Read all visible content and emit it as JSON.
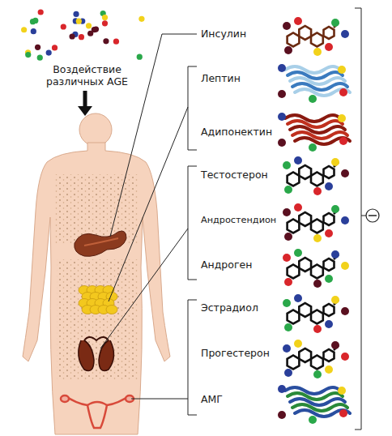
{
  "diagram": {
    "labels": [
      "Воздействие различных AGE",
      "Инсулин",
      "Лептин",
      "Адипонектин",
      "Тестостерон",
      "Андростендион",
      "Андроген",
      "Эстрадиол",
      "Прогестерон",
      "АМГ"
    ]
  }
}
